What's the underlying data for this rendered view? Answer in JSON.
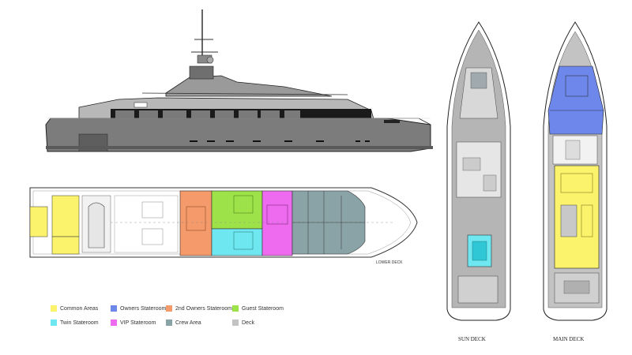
{
  "labels": {
    "lower_deck": "LOWER DECK",
    "sun_deck": "SUN DECK",
    "main_deck": "MAIN DECK"
  },
  "legend": [
    {
      "label": "Common Areas",
      "color": "#fbf36b"
    },
    {
      "label": "Owners Stateroom",
      "color": "#6e87ea"
    },
    {
      "label": "2nd Owners Stateroom",
      "color": "#f59a6a"
    },
    {
      "label": "Guest Stateroom",
      "color": "#9ee24a"
    },
    {
      "label": "Twin Stateroom",
      "color": "#6fe7f0"
    },
    {
      "label": "VIP Stateroom",
      "color": "#ee6bf0"
    },
    {
      "label": "Crew Area",
      "color": "#8aa3a6"
    },
    {
      "label": "Deck",
      "color": "#c3c3c3"
    }
  ]
}
